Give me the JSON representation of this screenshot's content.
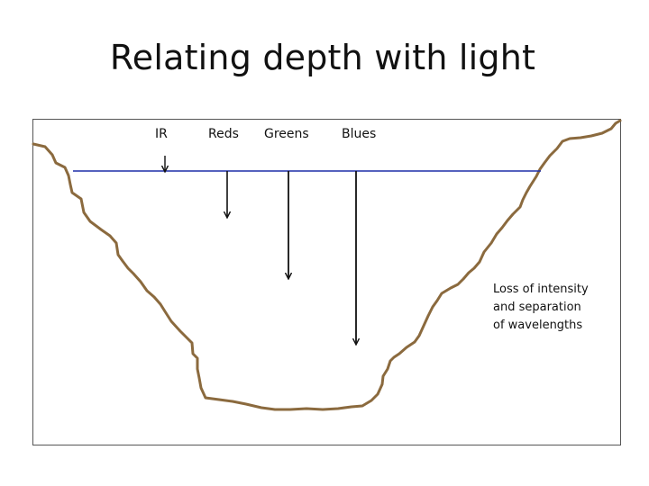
{
  "slide": {
    "title": "Relating depth with light"
  },
  "diagram": {
    "wavelength_labels": [
      "IR",
      "Reds",
      "Greens",
      "Blues"
    ],
    "annotation_lines": [
      "Loss of intensity",
      "and separation",
      "of wavelengths"
    ],
    "colors": {
      "basin_outline": "#8B6A3E",
      "water_surface": "#1F2FA8",
      "arrow": "#111111",
      "frame": "#555555"
    }
  }
}
